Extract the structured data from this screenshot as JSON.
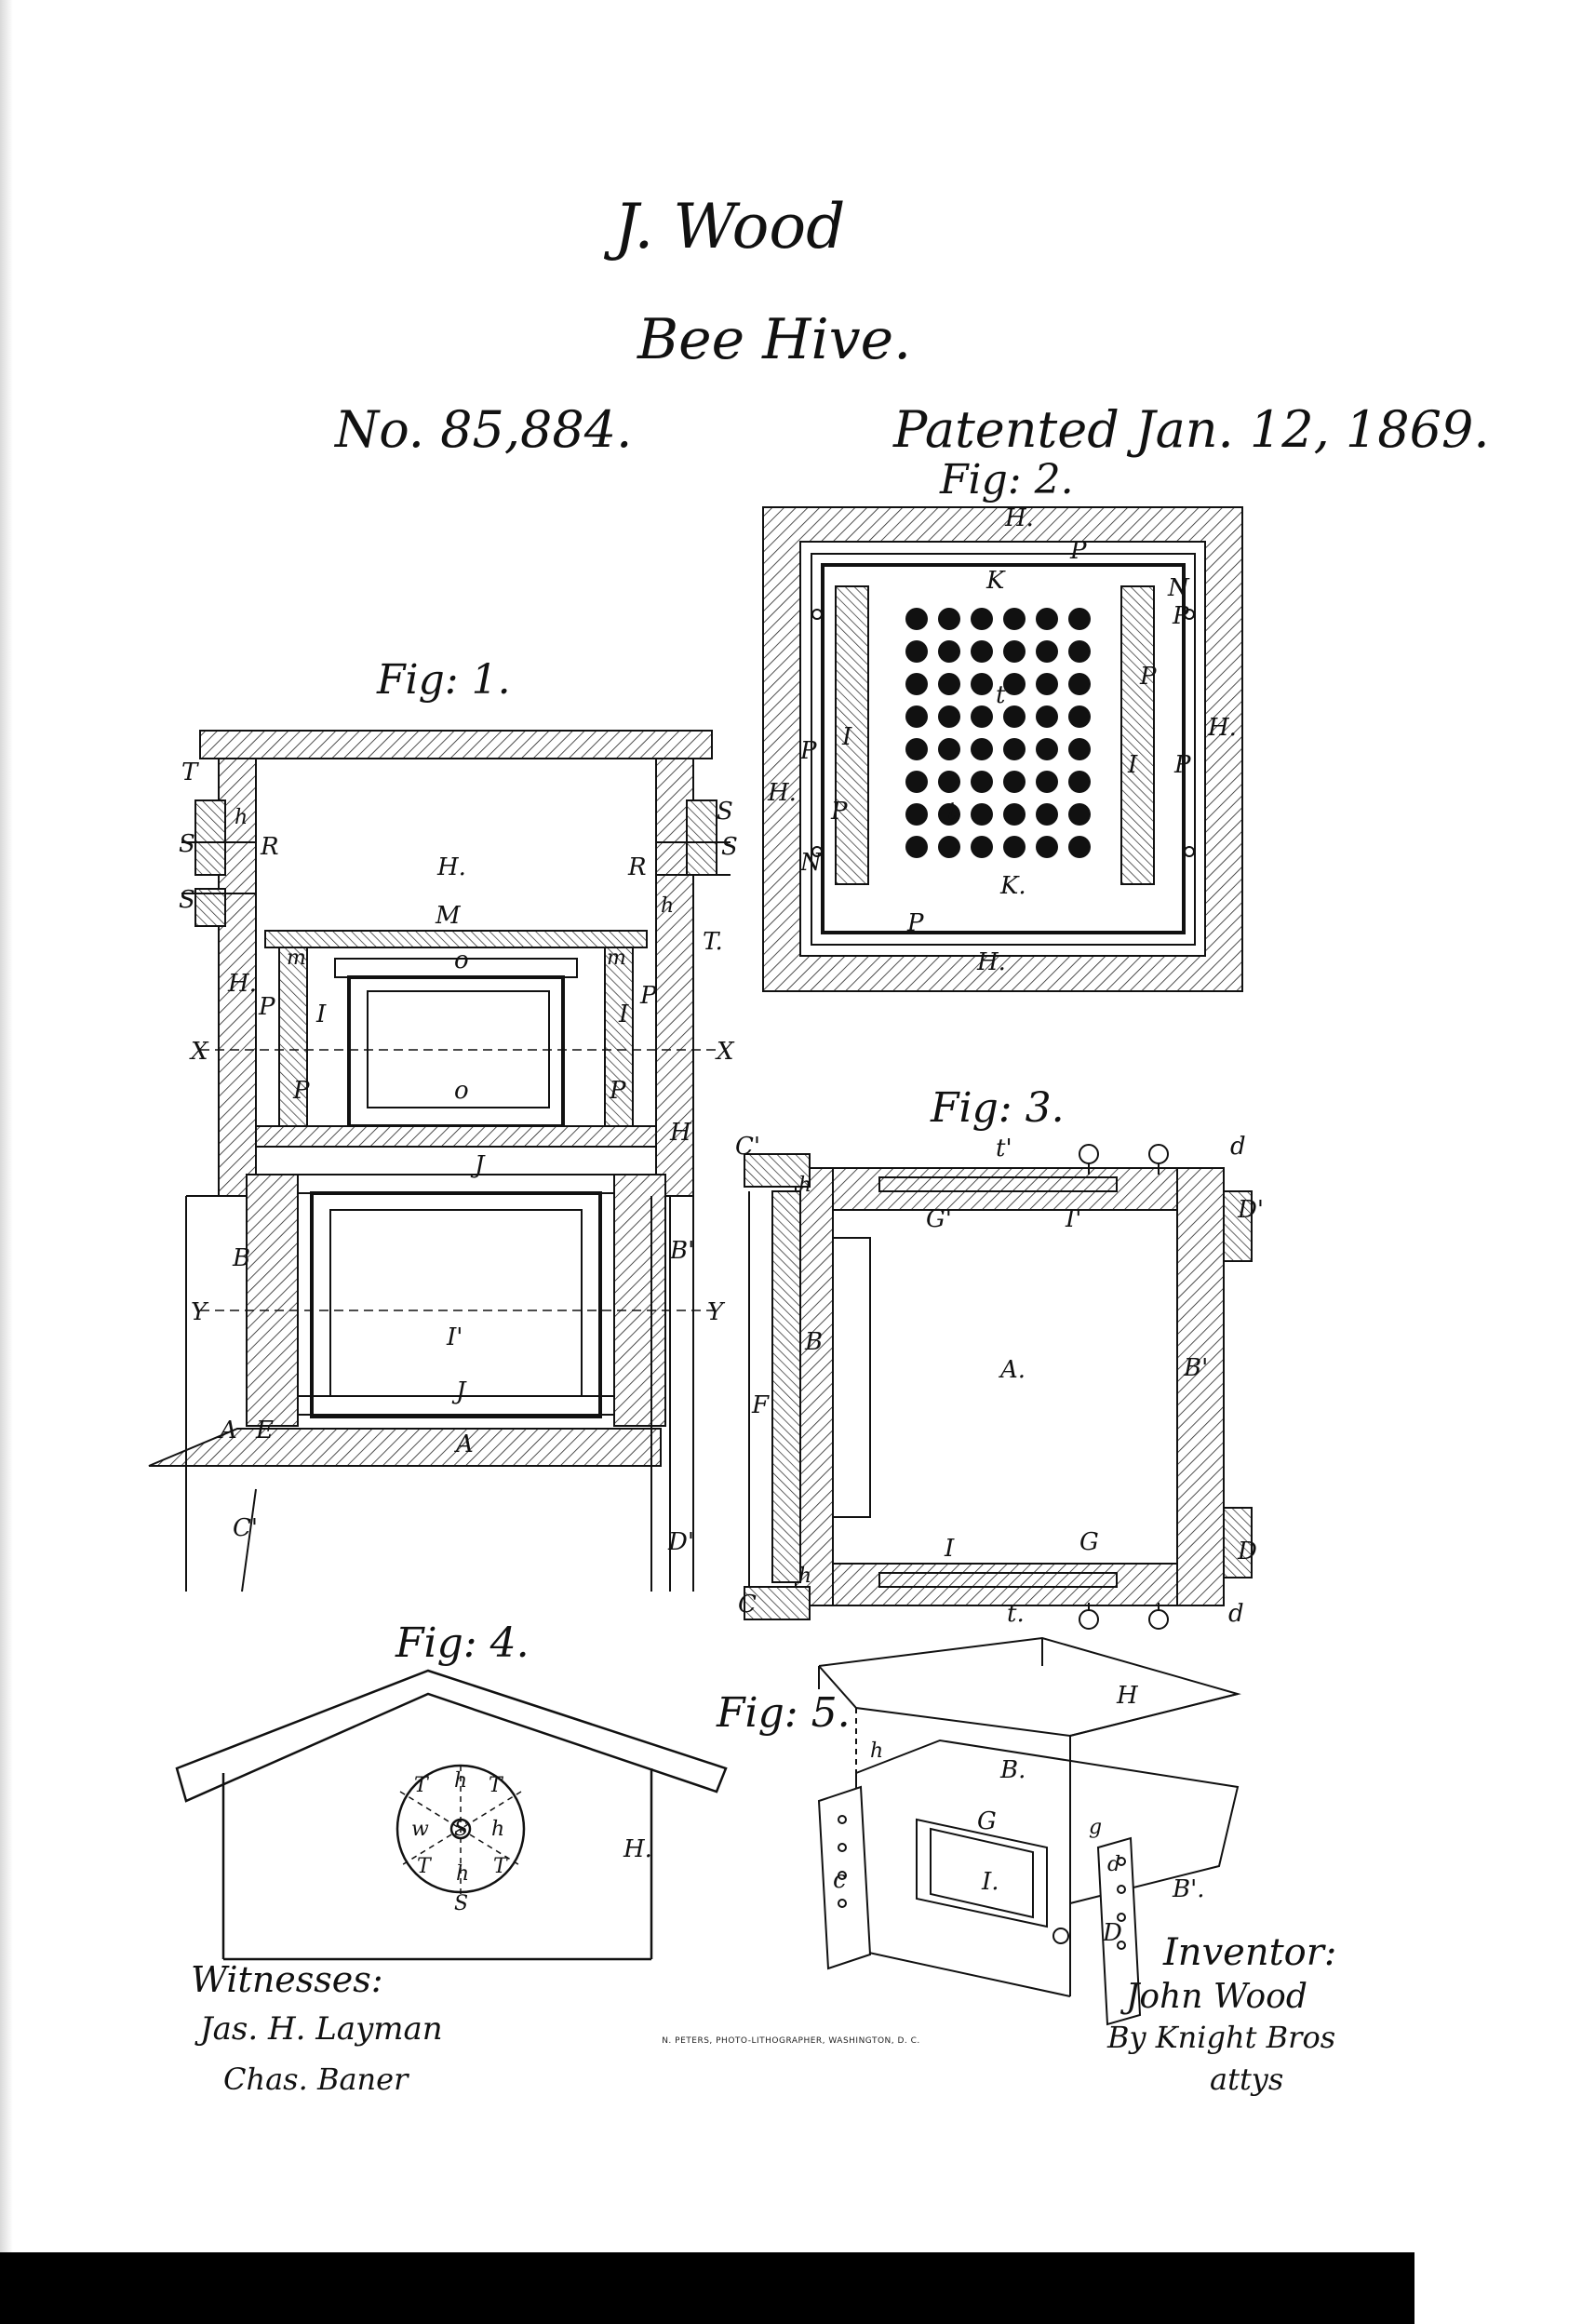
{
  "header": {
    "inventor_short": "J. Wood",
    "title": "Bee Hive.",
    "patent_no": "No. 85,884.",
    "patented": "Patented Jan. 12, 1869."
  },
  "figures": {
    "fig1": "Fig: 1.",
    "fig2": "Fig: 2.",
    "fig3": "Fig: 3.",
    "fig4": "Fig: 4.",
    "fig5": "Fig: 5."
  },
  "fig1_labels": [
    "T",
    "h",
    "S",
    "S",
    "R",
    "H.",
    "R",
    "S",
    "S",
    "h",
    "T.",
    "M",
    "m",
    "o",
    "m",
    "H.",
    "P",
    "I",
    "I",
    "P",
    "X",
    "X",
    "P",
    "o",
    "P",
    "H",
    "J",
    "B",
    "B'",
    "Y",
    "Y",
    "I'",
    "J",
    "A",
    "E",
    "A",
    "C'",
    "D'"
  ],
  "fig2_labels": [
    "H.",
    "P",
    "K",
    "N",
    "P",
    "H.",
    "t",
    "I",
    "I",
    "P",
    "H.",
    "P",
    "P",
    "P",
    "t",
    "N",
    "K.",
    "P",
    "H."
  ],
  "fig3_labels": [
    "C'",
    "t'",
    "d",
    "h",
    "G'",
    "I'",
    "D'",
    "A.",
    "B'",
    "F",
    "B",
    "I",
    "G",
    "D",
    "h",
    "C",
    "t.",
    "d"
  ],
  "fig4_labels": [
    "T",
    "h",
    "T",
    "w",
    "S",
    "h",
    "T",
    "h",
    "T",
    "S",
    "H."
  ],
  "fig5_labels": [
    "H",
    "h",
    "B.",
    "G",
    "g",
    "c",
    "I.",
    "d",
    "D",
    "B'."
  ],
  "witnesses": {
    "label": "Witnesses:",
    "names": [
      "Jas. H. Layman",
      "Chas. Baner"
    ]
  },
  "inventor": {
    "label": "Inventor:",
    "name": "John Wood",
    "by": "By Knight Bros",
    "attys": "attys"
  },
  "printer": "N. PETERS, PHOTO-LITHOGRAPHER, WASHINGTON, D. C."
}
